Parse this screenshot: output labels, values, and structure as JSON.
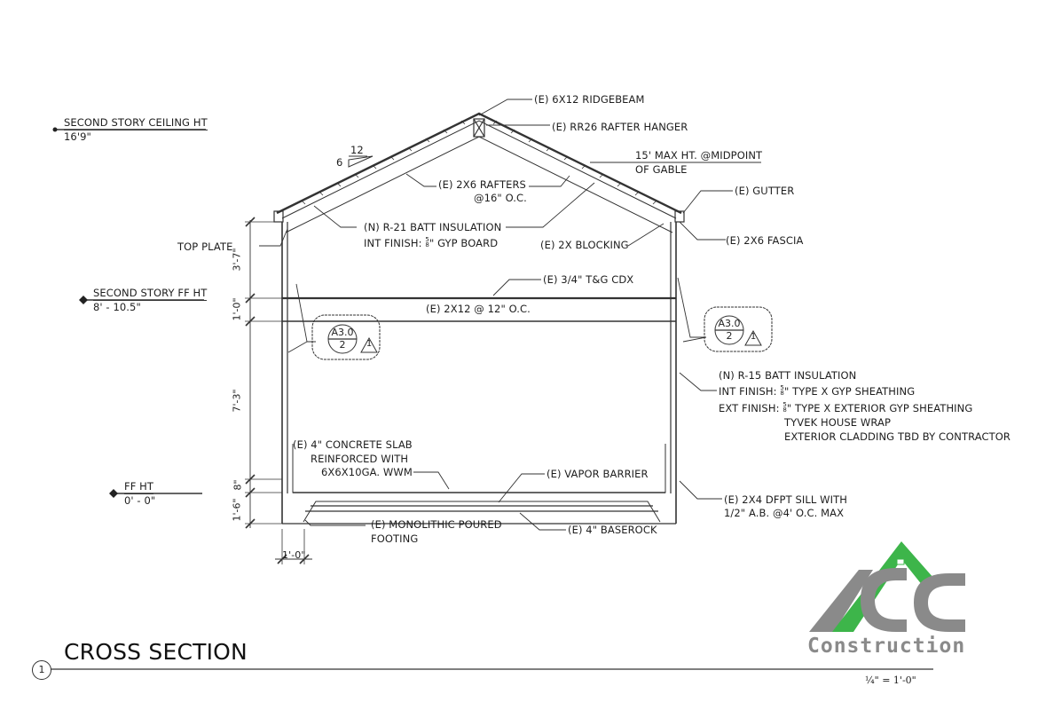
{
  "drawing": {
    "title": "CROSS SECTION",
    "detail_number": "1",
    "scale": "¼\" = 1'-0\"",
    "logo": {
      "mark": "ACC",
      "word": "Construction",
      "colors": {
        "green": "#3db54a",
        "gray": "#8a8a8a"
      }
    }
  },
  "levels": [
    {
      "name": "SECOND STORY CEILING HT",
      "value": "16'9\""
    },
    {
      "name": "SECOND STORY FF HT",
      "value": "8' - 10.5\""
    },
    {
      "name": "FF HT",
      "value": "0' - 0\""
    }
  ],
  "roof_pitch": {
    "rise": "6",
    "run": "12"
  },
  "dimensions": {
    "vertical": [
      "3'-7\"",
      "1'-0\"",
      "7'-3\"",
      "8\"",
      "1'-6\""
    ],
    "footing_width": "1'-0\""
  },
  "callouts": {
    "ridgebeam": "(E) 6X12 RIDGEBEAM",
    "rafter_hanger": "(E) RR26 RAFTER HANGER",
    "max_height_1": "15' MAX HT. @MIDPOINT",
    "max_height_2": "OF GABLE",
    "rafters_1": "(E) 2X6 RAFTERS",
    "rafters_2": "@16\" O.C.",
    "gutter": "(E) GUTTER",
    "batt_r21": "(N) R-21 BATT INSULATION",
    "int_finish_roof_pre": "INT FINISH:",
    "int_finish_roof_post": "\" GYP BOARD",
    "blocking": "(E) 2X BLOCKING",
    "fascia": "(E) 2X6 FASCIA",
    "top_plate": "TOP PLATE",
    "tg_cdx": "(E) 3/4\" T&G CDX",
    "joists": "(E) 2X12 @ 12\" O.C.",
    "batt_r15": "(N) R-15 BATT INSULATION",
    "int_finish_wall_pre": "INT FINISH:",
    "int_finish_wall_post": "\" TYPE X GYP SHEATHING",
    "ext_finish_pre": "EXT FINISH:",
    "ext_finish_post": "\" TYPE X EXTERIOR GYP SHEATHING",
    "house_wrap": "TYVEK HOUSE WRAP",
    "cladding": "EXTERIOR CLADDING TBD BY CONTRACTOR",
    "slab_1": "(E) 4\" CONCRETE SLAB",
    "slab_2": "REINFORCED WITH",
    "slab_3": "6X6X10GA. WWM",
    "vapor_barrier": "(E) VAPOR BARRIER",
    "sill_1": "(E) 2X4 DFPT SILL WITH",
    "sill_2": "1/2\" A.B. @4' O.C. MAX",
    "footing_1": "(E) MONOLITHIC POURED",
    "footing_2": "FOOTING",
    "baserock": "(E) 4\" BASEROCK",
    "fraction_num": "5",
    "fraction_den": "8"
  },
  "detail_tags": [
    {
      "sheet": "A3.0",
      "detail": "2",
      "revision": "1"
    },
    {
      "sheet": "A3.0",
      "detail": "2",
      "revision": "1"
    }
  ]
}
